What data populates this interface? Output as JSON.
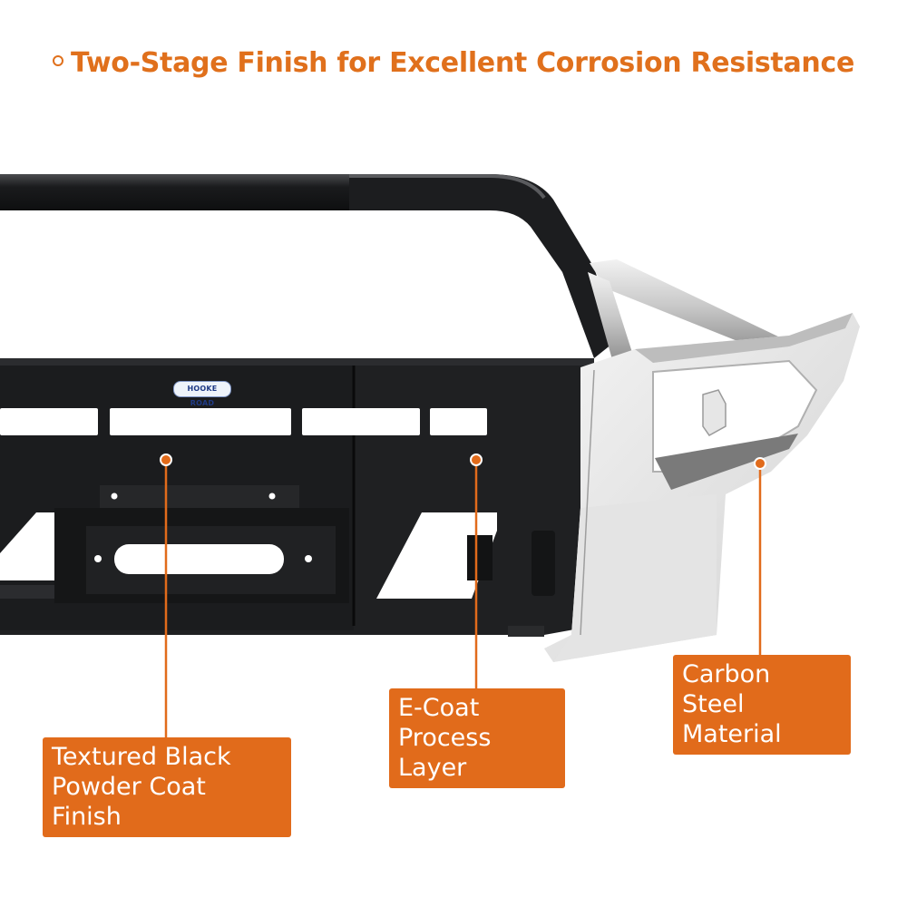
{
  "headline": "Two-Stage Finish for Excellent Corrosion Resistance",
  "brand_badge": "HOOKE ROAD",
  "callouts": [
    {
      "id": "powder-coat",
      "text": "Textured Black\nPowder Coat Finish"
    },
    {
      "id": "e-coat",
      "text": "E-Coat\nProcess Layer"
    },
    {
      "id": "carbon-steel",
      "text": "Carbon\nSteel Material"
    }
  ],
  "colors": {
    "accent": "#e16b1b",
    "powder_coat": "#1d1e20",
    "bare_steel": "#e9e9e9"
  }
}
